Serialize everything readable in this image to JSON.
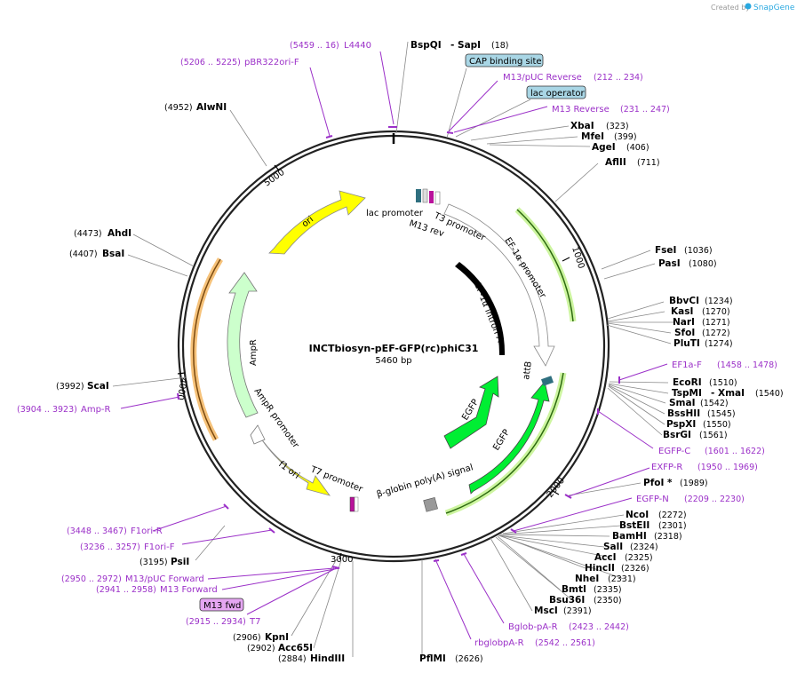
{
  "header": {
    "created_by": "Created by",
    "brand": "SnapGene"
  },
  "plasmid": {
    "name": "INCTbiosyn-pEF-GFP(rc)phiC31",
    "length": "5460 bp"
  },
  "ticks": [
    "1000",
    "2000",
    "3000",
    "4000",
    "5000"
  ],
  "features": {
    "ori": "ori",
    "lac_promoter": "lac promoter",
    "m13_rev": "M13 rev",
    "t3_promoter": "T3 promoter",
    "ef1a_promoter": "EF-1α promoter",
    "ef1a_intron": "EF-1α intron A",
    "attb": "attB",
    "egfp_inner": "EGFP",
    "egfp_outer": "EGFP",
    "bglobin": "β-globin poly(A) signal",
    "t7_promoter": "T7 promoter",
    "f1_ori": "f1 ori",
    "ampr_promoter": "AmpR promoter",
    "ampr": "AmpR"
  },
  "boxed": {
    "cap": "CAP binding site",
    "lac_operator": "lac operator",
    "m13_fwd": "M13 fwd"
  },
  "right": [
    {
      "name": "BspQI",
      "pos": "(18)",
      "extra": "- SapI"
    },
    {
      "name": "XbaI",
      "pos": "(323)"
    },
    {
      "name": "MfeI",
      "pos": "(399)"
    },
    {
      "name": "AgeI",
      "pos": "(406)"
    },
    {
      "name": "AflII",
      "pos": "(711)"
    },
    {
      "name": "FseI",
      "pos": "(1036)"
    },
    {
      "name": "PasI",
      "pos": "(1080)"
    },
    {
      "name": "BbvCI",
      "pos": "(1234)"
    },
    {
      "name": "KasI",
      "pos": "(1270)"
    },
    {
      "name": "NarI",
      "pos": "(1271)"
    },
    {
      "name": "SfoI",
      "pos": "(1272)"
    },
    {
      "name": "PluTI",
      "pos": "(1274)"
    },
    {
      "name": "EcoRI",
      "pos": "(1510)"
    },
    {
      "name": "TspMI",
      "pos": "(1540)",
      "extra": "- XmaI"
    },
    {
      "name": "SmaI",
      "pos": "(1542)"
    },
    {
      "name": "BssHII",
      "pos": "(1545)"
    },
    {
      "name": "PspXI",
      "pos": "(1550)"
    },
    {
      "name": "BsrGI",
      "pos": "(1561)"
    },
    {
      "name": "PfoI *",
      "pos": "(1989)"
    },
    {
      "name": "NcoI",
      "pos": "(2272)"
    },
    {
      "name": "BstEII",
      "pos": "(2301)"
    },
    {
      "name": "BamHI",
      "pos": "(2318)"
    },
    {
      "name": "SalI",
      "pos": "(2324)"
    },
    {
      "name": "AccI",
      "pos": "(2325)"
    },
    {
      "name": "HincII",
      "pos": "(2326)"
    },
    {
      "name": "NheI",
      "pos": "(2331)"
    },
    {
      "name": "BmtI",
      "pos": "(2335)"
    },
    {
      "name": "Bsu36I",
      "pos": "(2350)"
    },
    {
      "name": "MscI",
      "pos": "(2391)"
    },
    {
      "name": "PflMI",
      "pos": "(2626)"
    }
  ],
  "left": [
    {
      "name": "AlwNI",
      "pos": "(4952)"
    },
    {
      "name": "AhdI",
      "pos": "(4473)"
    },
    {
      "name": "BsaI",
      "pos": "(4407)"
    },
    {
      "name": "ScaI",
      "pos": "(3992)"
    },
    {
      "name": "PsiI",
      "pos": "(3195)"
    },
    {
      "name": "KpnI",
      "pos": "(2906)"
    },
    {
      "name": "Acc65I",
      "pos": "(2902)"
    },
    {
      "name": "HindIII",
      "pos": "(2884)"
    }
  ],
  "primers": [
    {
      "name": "L4440",
      "pos": "(5459 .. 16)"
    },
    {
      "name": "pBR322ori-F",
      "pos": "(5206 .. 5225)"
    },
    {
      "name": "M13/pUC Reverse",
      "pos": "(212 .. 234)"
    },
    {
      "name": "M13 Reverse",
      "pos": "(231 .. 247)"
    },
    {
      "name": "EF1a-F",
      "pos": "(1458 .. 1478)"
    },
    {
      "name": "EGFP-C",
      "pos": "(1601 .. 1622)"
    },
    {
      "name": "EXFP-R",
      "pos": "(1950 .. 1969)"
    },
    {
      "name": "EGFP-N",
      "pos": "(2209 .. 2230)"
    },
    {
      "name": "Bglob-pA-R",
      "pos": "(2423 .. 2442)"
    },
    {
      "name": "rbglobpA-R",
      "pos": "(2542 .. 2561)"
    },
    {
      "name": "Amp-R",
      "pos": "(3904 .. 3923)"
    },
    {
      "name": "F1ori-R",
      "pos": "(3448 .. 3467)"
    },
    {
      "name": "F1ori-F",
      "pos": "(3236 .. 3257)"
    },
    {
      "name": "M13/pUC Forward",
      "pos": "(2950 .. 2972)"
    },
    {
      "name": "M13 Forward",
      "pos": "(2941 .. 2958)"
    },
    {
      "name": "T7",
      "pos": "(2915 .. 2934)"
    }
  ],
  "colors": {
    "purple": "#9b30c8",
    "yellow": "#ffff00",
    "green": "#00ee33",
    "lightgreen": "#ccffcc",
    "teal": "#2f6f7f",
    "box_blue": "#a9d6e5",
    "box_purple": "#e5a6f2"
  }
}
